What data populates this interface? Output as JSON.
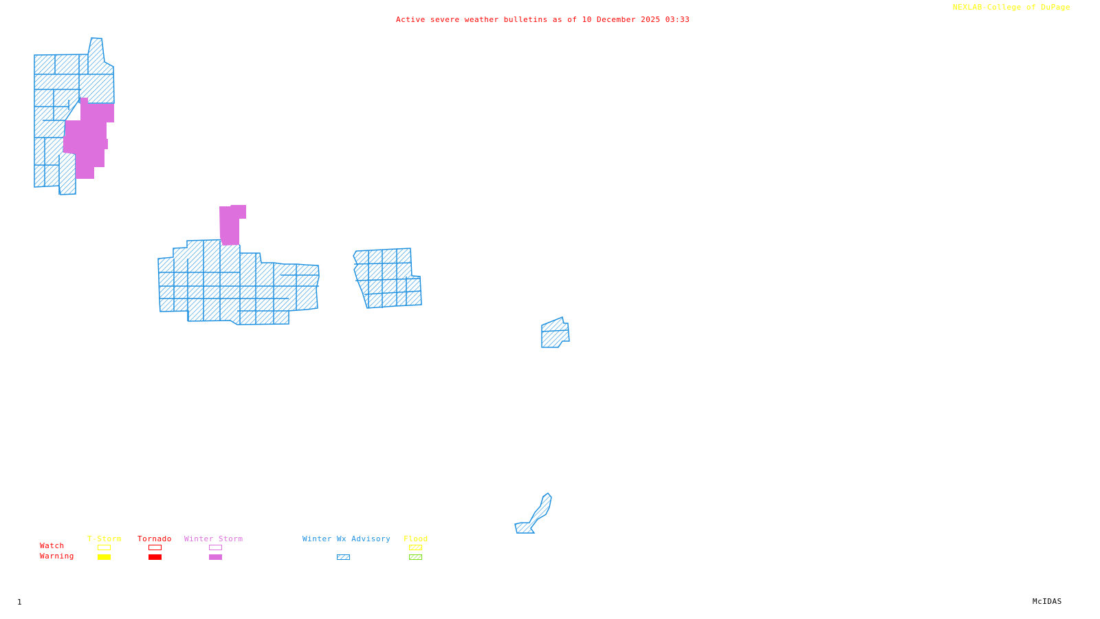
{
  "header": {
    "title": "Active severe weather bulletins as of 10 December 2025 03:33",
    "credit": "NEXLAB-College of DuPage"
  },
  "colors": {
    "title": "#ff0000",
    "credit": "#ffff00",
    "tstorm": "#ffff00",
    "tornado": "#ff0000",
    "winter_storm": "#dd70dd",
    "winter_wx_advisory": "#1e90e0",
    "flood_watch": "#ffff00",
    "flood_warning": "#80e020",
    "row_label": "#ff0000",
    "footer": "#000000"
  },
  "legend": {
    "row_labels": {
      "watch": "Watch",
      "warning": "Warning"
    },
    "columns": [
      {
        "label": "T-Storm",
        "watch": "outline",
        "warning": "filled"
      },
      {
        "label": "Tornado",
        "watch": "outline",
        "warning": "filled"
      },
      {
        "label": "Winter Storm",
        "watch": "outline",
        "warning": "filled"
      },
      {
        "label": "Winter Wx Advisory",
        "watch": "none",
        "warning": "hatched"
      },
      {
        "label": "Flood",
        "watch": "hatched",
        "warning": "hatched"
      }
    ]
  },
  "map": {
    "regions": [
      {
        "name": "northwest-advisory-area",
        "type": "Winter Wx Advisory"
      },
      {
        "name": "northwest-winter-storm-warning",
        "type": "Winter Storm Warning"
      },
      {
        "name": "central-advisory-area",
        "type": "Winter Wx Advisory"
      },
      {
        "name": "central-winter-storm-warning",
        "type": "Winter Storm Warning"
      },
      {
        "name": "east-advisory-area",
        "type": "Winter Wx Advisory"
      },
      {
        "name": "small-advisory-area",
        "type": "Winter Wx Advisory"
      },
      {
        "name": "southern-advisory-area",
        "type": "Winter Wx Advisory"
      }
    ]
  },
  "footer": {
    "frame_number": "1",
    "software": "McIDAS"
  }
}
